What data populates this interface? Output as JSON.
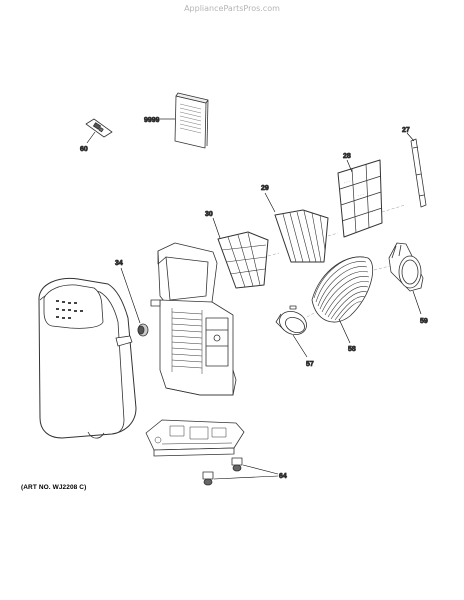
{
  "watermark": "AppliancePartsPros.com",
  "art_number": "(ART NO. WJ2208 C)",
  "parts": [
    {
      "label": "9999",
      "name": "manual"
    },
    {
      "label": "60",
      "name": "remote-control"
    },
    {
      "label": "27",
      "name": "side-strip"
    },
    {
      "label": "28",
      "name": "large-grid-filter"
    },
    {
      "label": "29",
      "name": "slat-filter"
    },
    {
      "label": "30",
      "name": "grid-filter"
    },
    {
      "label": "34",
      "name": "knob"
    },
    {
      "label": "59",
      "name": "window-adapter"
    },
    {
      "label": "58",
      "name": "exhaust-hose"
    },
    {
      "label": "57",
      "name": "hose-connector"
    },
    {
      "label": "64",
      "name": "casters"
    }
  ]
}
